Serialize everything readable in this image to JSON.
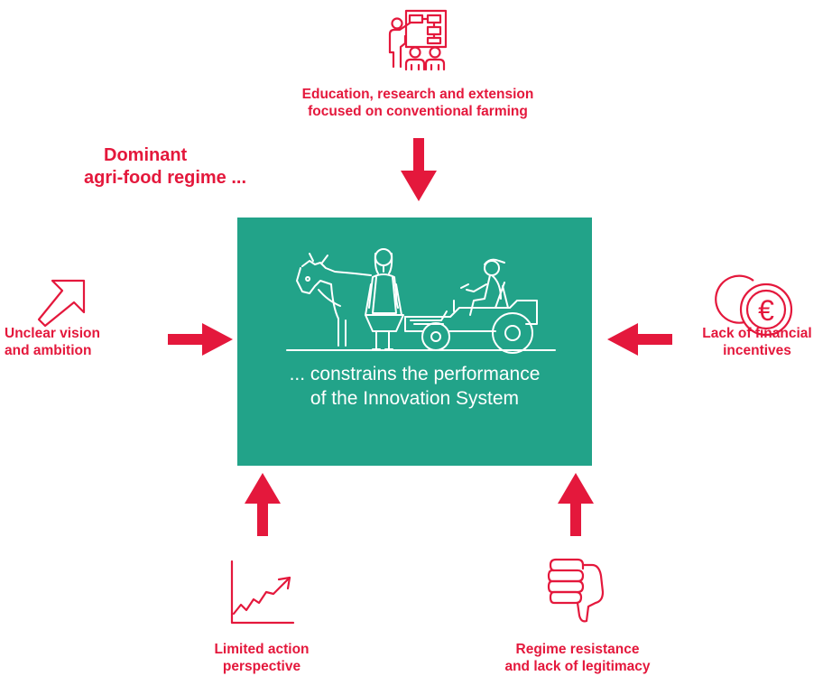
{
  "colors": {
    "accent": "#e4183c",
    "teal": "#22a389",
    "background": "#ffffff",
    "illustration": "#ffffff"
  },
  "regime_label": {
    "line1": "Dominant",
    "line2": "agri-food regime ..."
  },
  "center": {
    "caption_line1": "... constrains the performance",
    "caption_line2": "of the Innovation System",
    "illustration": "cow-woman-tractor-farmer"
  },
  "factors": {
    "top": {
      "icon": "teacher-presentation-icon",
      "line1": "Education, research and extension",
      "line2": "focused on conventional farming"
    },
    "left": {
      "icon": "arrow-up-right-icon",
      "line1": "Unclear vision",
      "line2": "and ambition"
    },
    "right": {
      "icon": "euro-coins-icon",
      "line1": "Lack of financial",
      "line2": "incentives"
    },
    "bottom_left": {
      "icon": "rising-chart-icon",
      "line1": "Limited action",
      "line2": "perspective"
    },
    "bottom_right": {
      "icon": "thumbs-down-icon",
      "line1": "Regime resistance",
      "line2": "and lack of legitimacy"
    }
  }
}
